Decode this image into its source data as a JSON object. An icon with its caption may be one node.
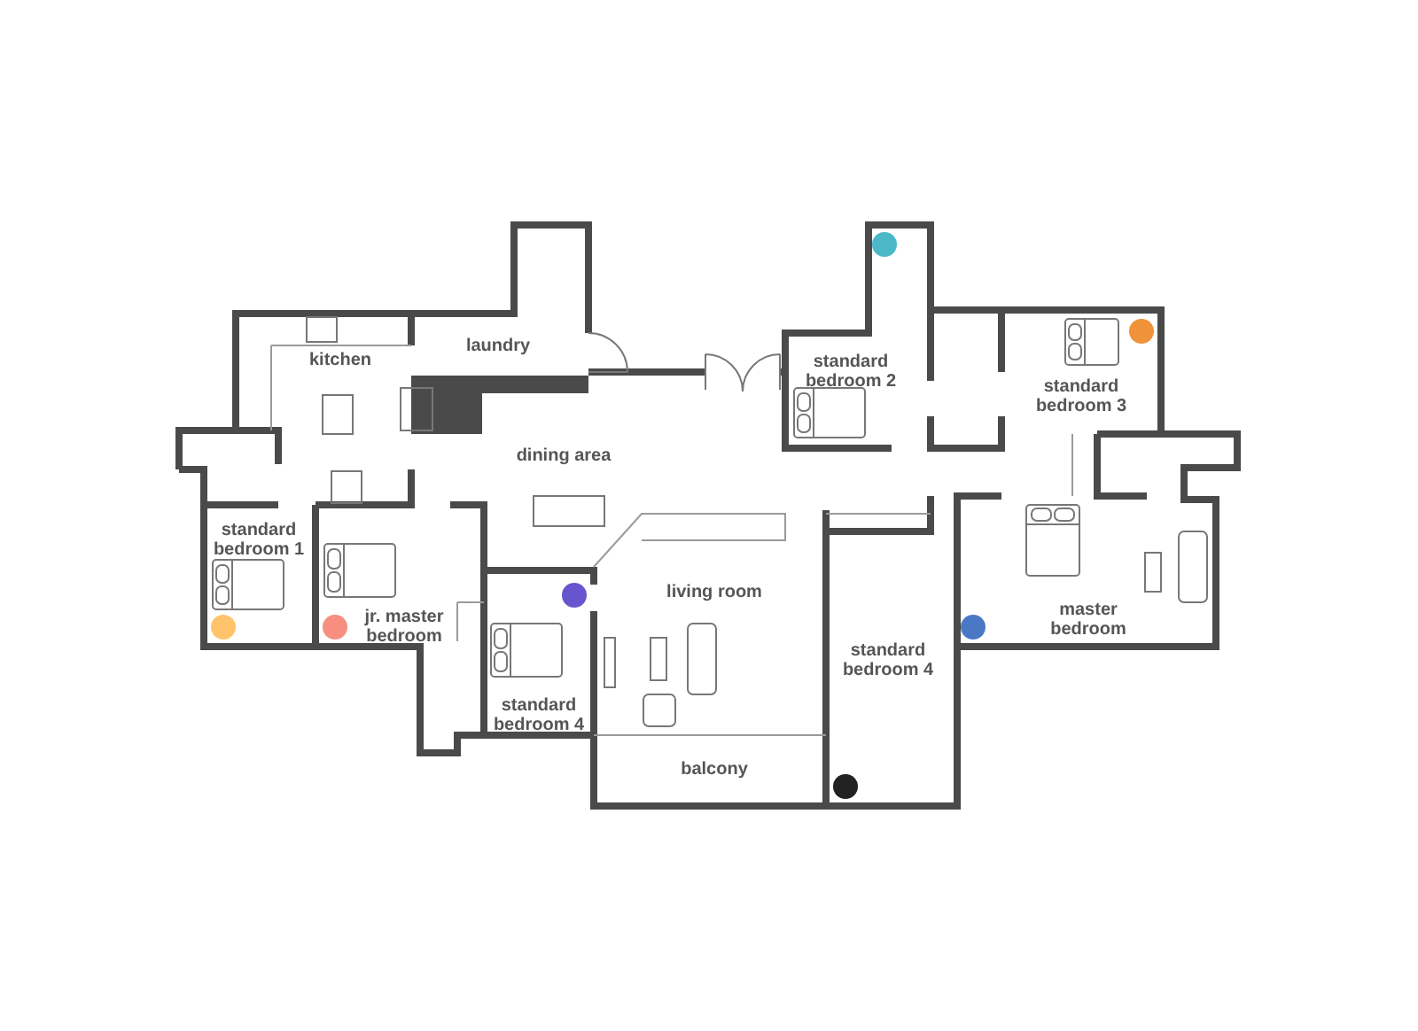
{
  "diagram": {
    "labels": [
      "laundry",
      "kitchen",
      "standard bedroom 2",
      "standard bedroom 3",
      "dining area",
      "standard bedroom 1",
      "living room",
      "jr. master bedroom",
      "master bedroom",
      "standard bedroom 4",
      "standard bedroom 4",
      "balcony"
    ]
  }
}
